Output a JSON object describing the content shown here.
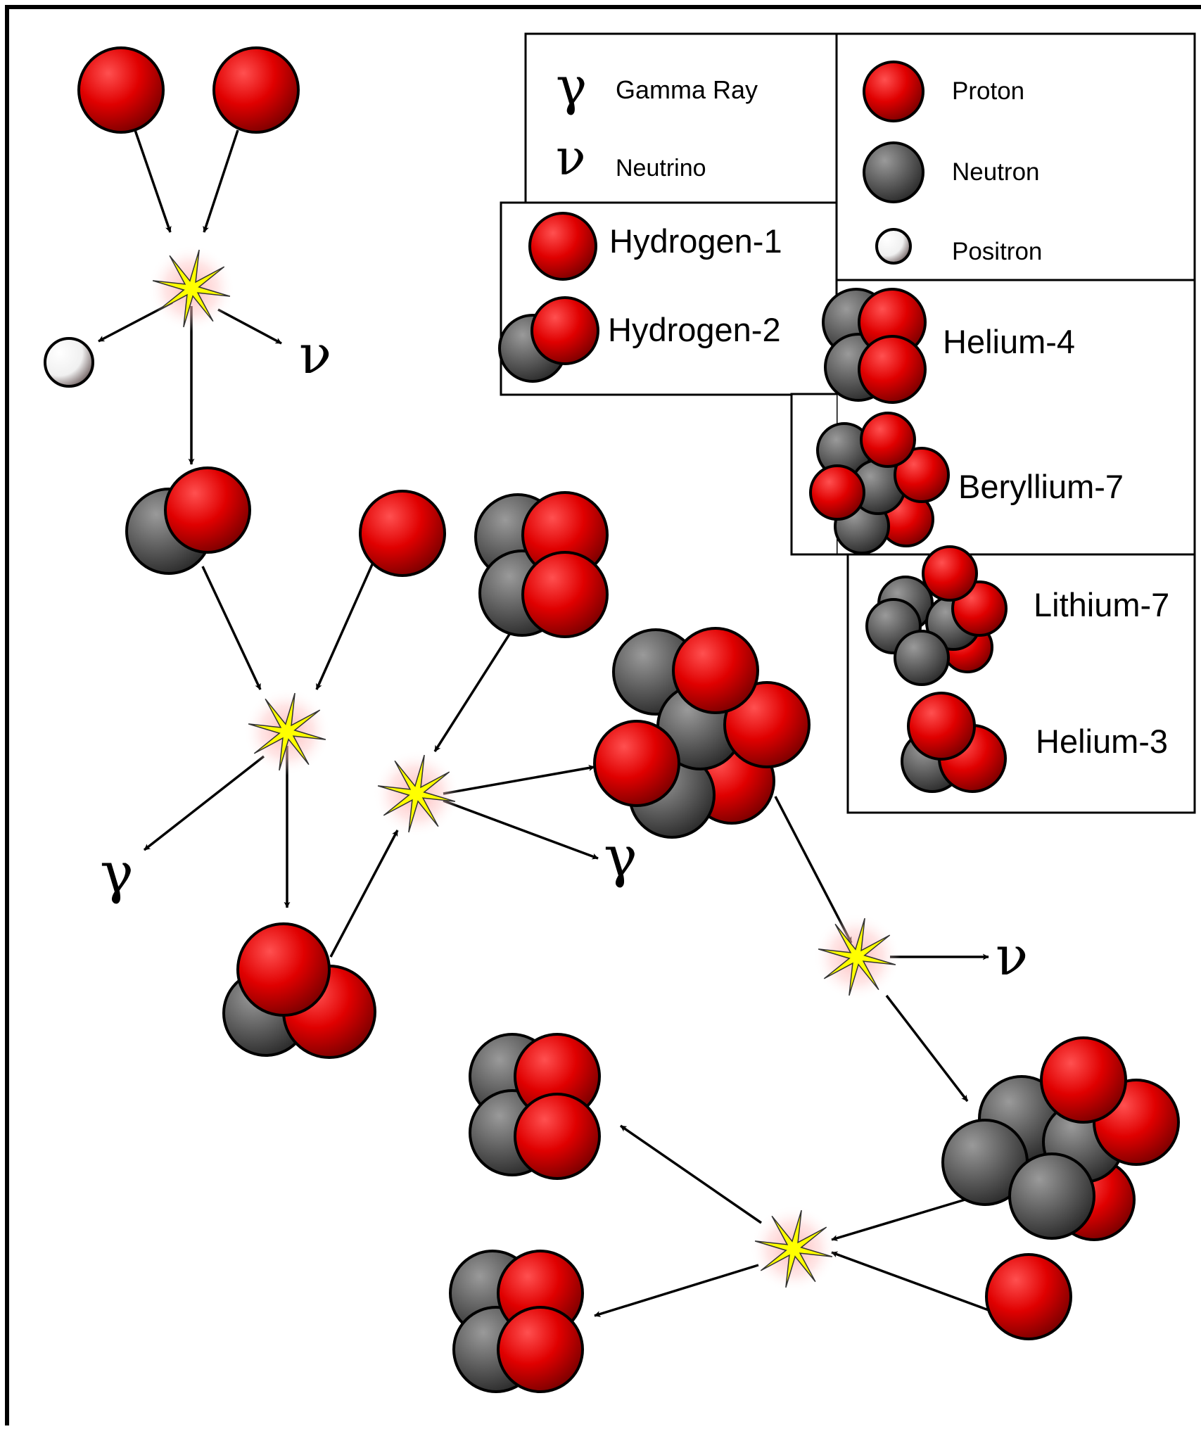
{
  "legend": {
    "gamma_symbol": "γ",
    "gamma_label": "Gamma Ray",
    "neutrino_symbol": "ν",
    "neutrino_label": "Neutrino",
    "proton_label": "Proton",
    "neutron_label": "Neutron",
    "positron_label": "Positron",
    "hydrogen1_label": "Hydrogen-1",
    "hydrogen2_label": "Hydrogen-2",
    "helium4_label": "Helium-4",
    "beryllium7_label": "Beryllium-7",
    "lithium7_label": "Lithium-7",
    "helium3_label": "Helium-3"
  },
  "diagram": {
    "gamma_symbol": "γ",
    "neutrino_symbol": "ν"
  },
  "colors": {
    "proton": "#e00000",
    "neutron": "#555555",
    "positron": "#ffffff",
    "flash": "#ffff00"
  }
}
